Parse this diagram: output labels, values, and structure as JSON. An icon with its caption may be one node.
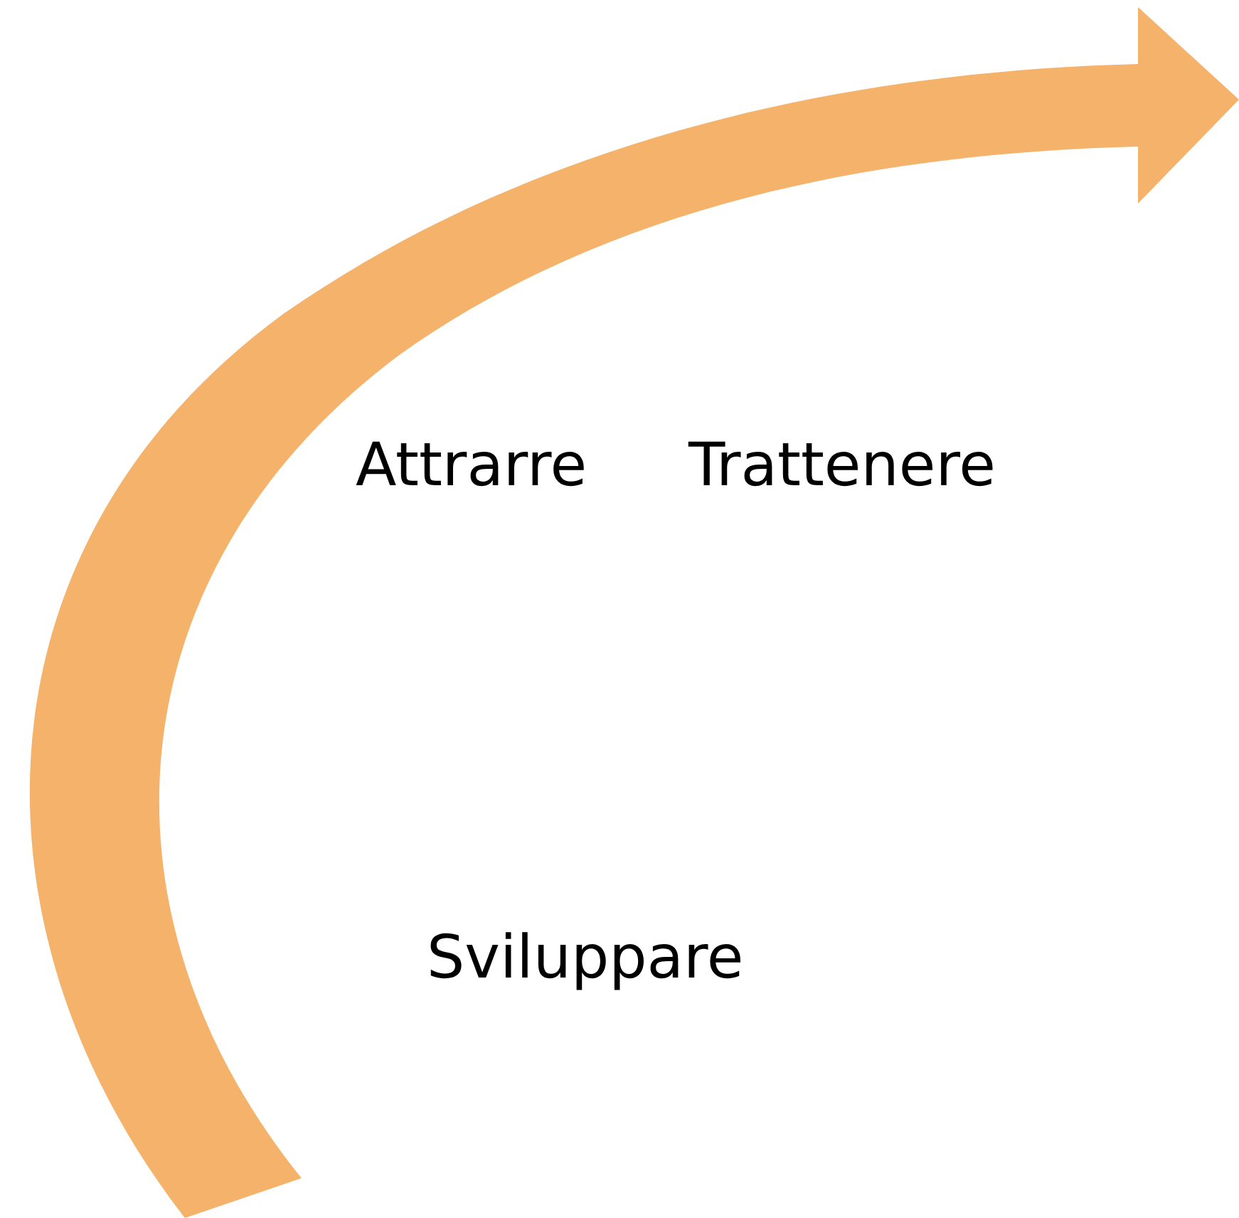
{
  "diagram": {
    "labels": [
      "Attrarre",
      "Trattenere",
      "Sviluppare"
    ]
  }
}
